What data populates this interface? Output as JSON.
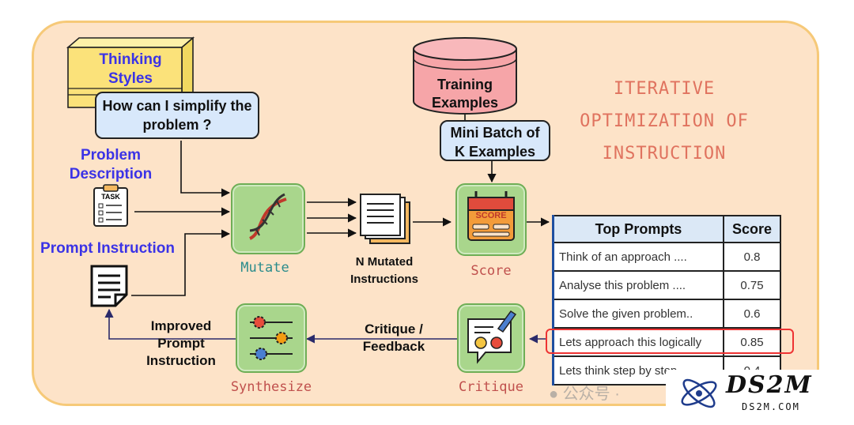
{
  "thinking_styles": {
    "label": "Thinking Styles",
    "bubble": "How can I simplify the problem ?"
  },
  "problem_description": {
    "label": "Problem Description",
    "icon": "task-clipboard-icon",
    "icon_text": "TASK"
  },
  "prompt_instruction": {
    "label": "Prompt Instruction",
    "icon": "document-icon"
  },
  "training_examples": {
    "label": "Training Examples",
    "icon": "database-icon"
  },
  "mini_batch": {
    "label": "Mini Batch of K Examples"
  },
  "title": "ITERATIVE OPTIMIZATION OF INSTRUCTION",
  "nodes": {
    "mutate": {
      "label": "Mutate",
      "icon": "dna-icon"
    },
    "score": {
      "label": "Score",
      "icon": "score-board-icon",
      "icon_text": "SCORE"
    },
    "critique": {
      "label": "Critique",
      "icon": "feedback-icon"
    },
    "synthesize": {
      "label": "Synthesize",
      "icon": "gears-icon"
    }
  },
  "edge_labels": {
    "mutated": "N Mutated Instructions",
    "feedback": "Critique / Feedback",
    "improved": "Improved Prompt Instruction"
  },
  "top_prompts": {
    "headers": [
      "Top Prompts",
      "Score"
    ],
    "rows": [
      {
        "prompt": "Think of an approach ....",
        "score": "0.8"
      },
      {
        "prompt": "Analyse this problem ....",
        "score": "0.75"
      },
      {
        "prompt": "Solve the given problem..",
        "score": "0.6"
      },
      {
        "prompt": "Lets approach this logically",
        "score": "0.85"
      },
      {
        "prompt": "Lets think step by step",
        "score": "0.4"
      }
    ]
  },
  "watermark": {
    "text": "公众号 ·"
  },
  "logo": {
    "brand": "DS2M",
    "url": "DS2M.COM"
  },
  "colors": {
    "panel": "#fde3c8",
    "panel_border": "#f6c978",
    "node": "#a9d68c",
    "accent_blue": "#3b33e6",
    "title_red": "#e0735f"
  }
}
